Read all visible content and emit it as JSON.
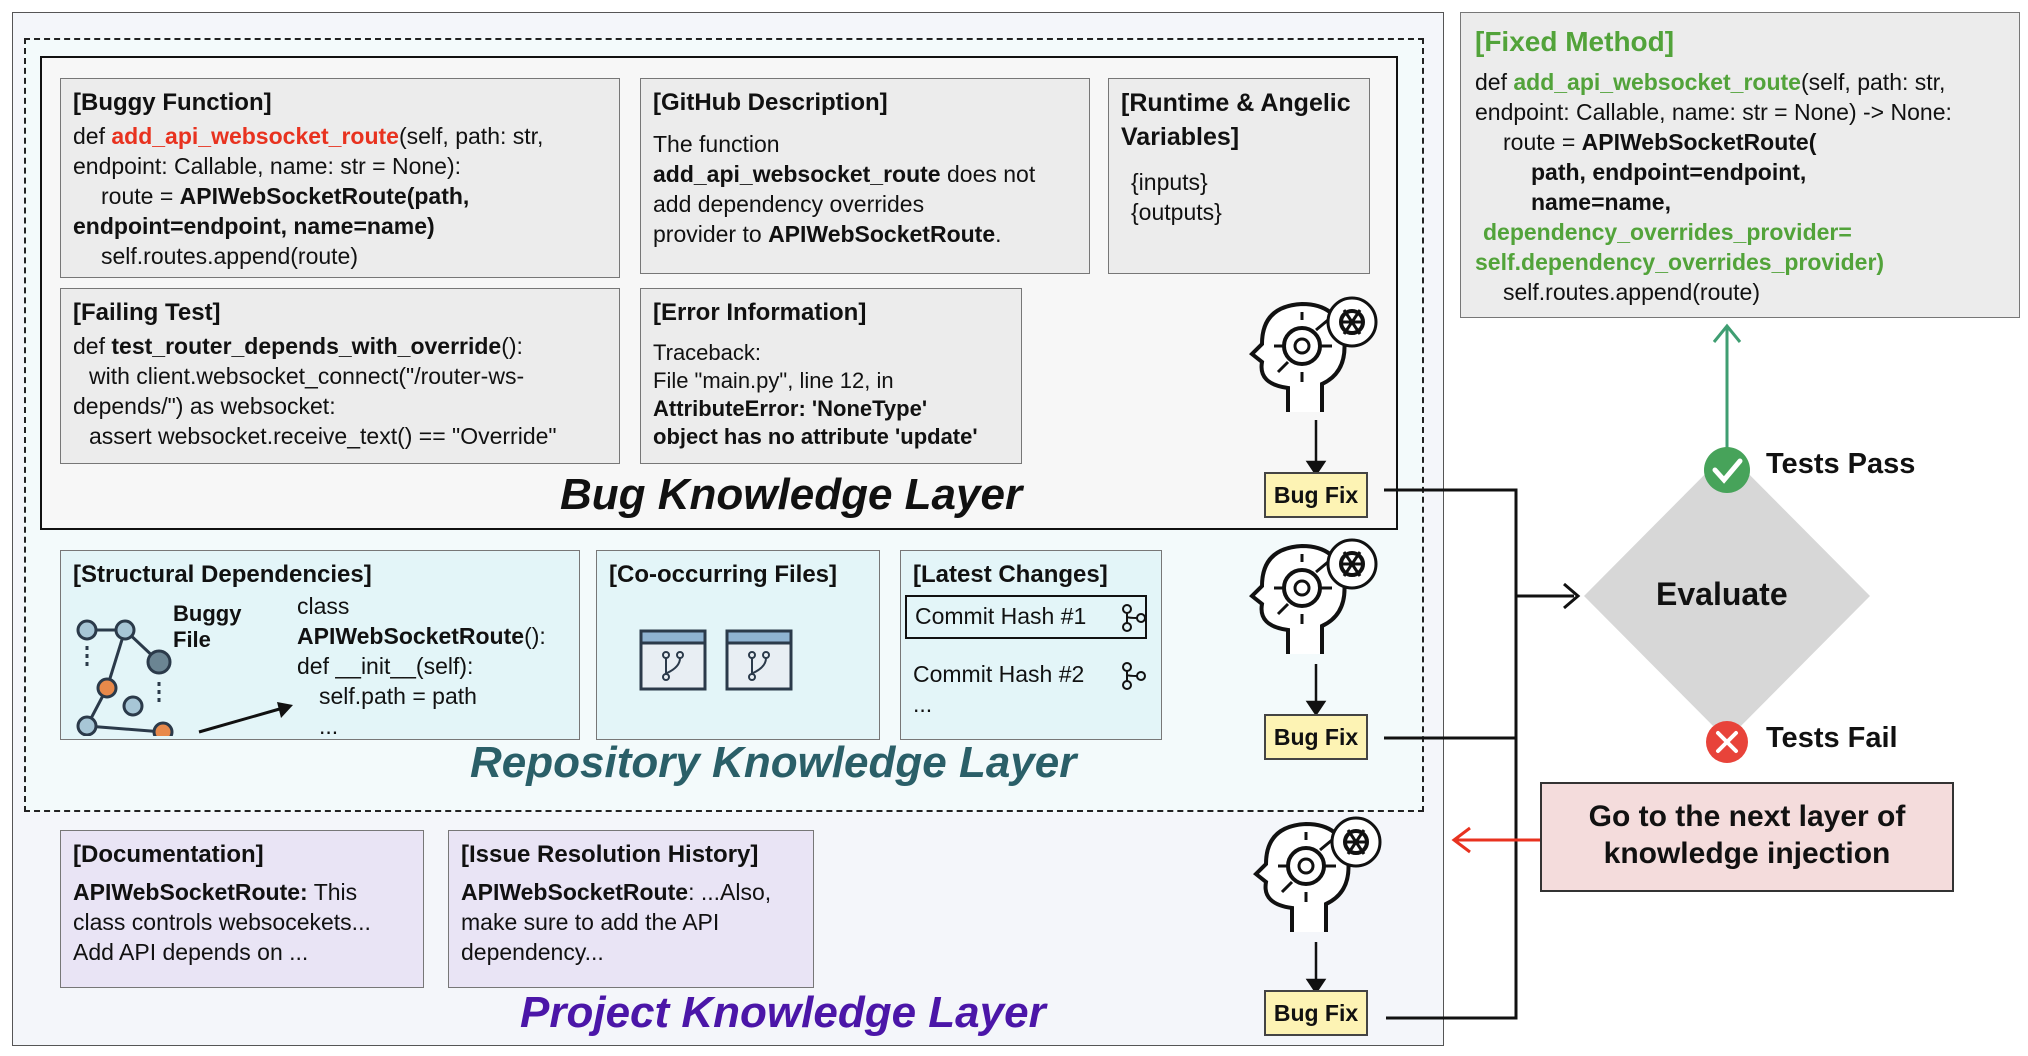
{
  "fixed_method": {
    "title": "[Fixed Method]",
    "l1_pre": "def ",
    "l1_name": "add_api_websocket_route",
    "l1_post": "(self, path: str,",
    "l2": "endpoint: Callable, name: str = None) -> None:",
    "l3_pre": "route = ",
    "l3_bold": "APIWebSocketRoute(",
    "l4": "path, endpoint=endpoint,",
    "l5": "name=name,",
    "l6": "dependency_overrides_provider=",
    "l7": "self.dependency_overrides_provider)",
    "l8": "self.routes.append(route)"
  },
  "buggy_function": {
    "title": "[Buggy Function]",
    "l1_pre": "def ",
    "l1_name": "add_api_websocket_route",
    "l1_post": "(self, path: str,",
    "l2": "endpoint: Callable, name: str = None):",
    "l3_pre": "route = ",
    "l3_bold": "APIWebSocketRoute(path,",
    "l4": "endpoint=endpoint, name=name)",
    "l5": "self.routes.append(route)"
  },
  "github_description": {
    "title": "[GitHub Description]",
    "l1": "The function",
    "l2_bold": "add_api_websocket_route",
    "l2_post": " does not",
    "l3": "add dependency overrides",
    "l4_pre": "provider to ",
    "l4_bold": "APIWebSocketRoute",
    "l4_post": "."
  },
  "runtime_vars": {
    "title_l1": "[Runtime & Angelic",
    "title_l2": "Variables]",
    "l1": "{inputs}",
    "l2": "{outputs}"
  },
  "failing_test": {
    "title": "[Failing Test]",
    "l1_pre": "def ",
    "l1_bold": "test_router_depends_with_override",
    "l1_post": "():",
    "l2": "with client.websocket_connect(\"/router-ws-",
    "l3": "depends/\") as websocket:",
    "l4": "assert websocket.receive_text() == \"Override\""
  },
  "error_info": {
    "title": "[Error Information]",
    "l1": "Traceback:",
    "l2": "File \"main.py\", line 12, in",
    "l3": "AttributeError: 'NoneType'",
    "l4": "object has no attribute 'update'"
  },
  "structural_deps": {
    "title": "[Structural Dependencies]",
    "graph_label_l1": "Buggy",
    "graph_label_l2": "File",
    "l1": "class",
    "l2": "APIWebSocketRoute",
    "l2_post": "():",
    "l3": "def __init__(self):",
    "l4": "self.path = path",
    "l5": "..."
  },
  "cooccurring": {
    "title": "[Co-occurring Files]"
  },
  "latest_changes": {
    "title": "[Latest Changes]",
    "commit1": "Commit Hash #1",
    "commit2": "Commit Hash #2",
    "more": "..."
  },
  "documentation": {
    "title": "[Documentation]",
    "l1_bold": "APIWebSocketRoute:",
    "l1_post": " This",
    "l2": "class controls websocekets...",
    "l3": "Add API depends on ..."
  },
  "issue_history": {
    "title": "[Issue Resolution History]",
    "l1_bold": "APIWebSocketRoute",
    "l1_post": ": ...Also,",
    "l2": "make sure to add the API",
    "l3": "dependency..."
  },
  "layers": {
    "bug": "Bug Knowledge Layer",
    "repo": "Repository Knowledge Layer",
    "project": "Project Knowledge Layer"
  },
  "bug_fix_label": "Bug Fix",
  "evaluate": {
    "label": "Evaluate",
    "pass": "Tests Pass",
    "fail": "Tests Fail"
  },
  "next_layer": {
    "l1": "Go to the next layer of",
    "l2": "knowledge injection"
  },
  "colors": {
    "red": "#e8321f",
    "green": "#52a33a",
    "teal": "#2a5f68",
    "purple": "#4b16a8",
    "pass": "#47a35a",
    "fail": "#e8433a"
  },
  "icons": [
    "ai-head-icon",
    "openai-logo-icon",
    "git-branch-icon",
    "file-window-icon",
    "check-icon",
    "cross-icon",
    "graph-icon"
  ]
}
